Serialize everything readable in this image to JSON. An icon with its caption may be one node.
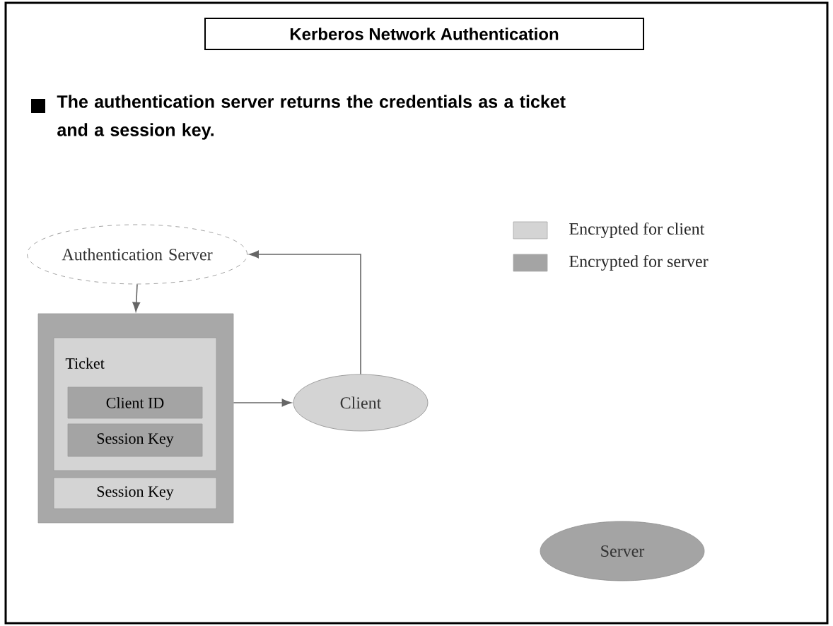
{
  "diagram": {
    "title": "Kerberos Network Authentication",
    "nodes": [
      {
        "text": [
          "Authentication Server"
        ]
      },
      {
        "text": [],
        "shape": "box"
      },
      {
        "text": [
          "Ticket"
        ],
        "in": 1
      },
      {
        "text": [
          "Client ID"
        ],
        "in": 2
      },
      {
        "text": [
          "Session Key"
        ],
        "in": 2
      },
      {
        "text": [
          "Session Key"
        ],
        "in": 1
      },
      {
        "text": [
          "Client"
        ]
      },
      {
        "text": [
          "Server"
        ]
      }
    ],
    "edges": [
      {
        "from": 0,
        "to": 1,
        "arrow": "to"
      },
      {
        "from": 1,
        "to": 6,
        "arrow": "to"
      },
      {
        "from": 6,
        "to": 0,
        "arrow": "to"
      }
    ],
    "labels": [
      "The authentication server returns the credentials as a ticket and a session key."
    ],
    "legend": [
      {
        "text": "Encrypted for client",
        "color": "#d4d4d4"
      },
      {
        "text": "Encrypted for server",
        "color": "#a4a4a4"
      }
    ]
  }
}
